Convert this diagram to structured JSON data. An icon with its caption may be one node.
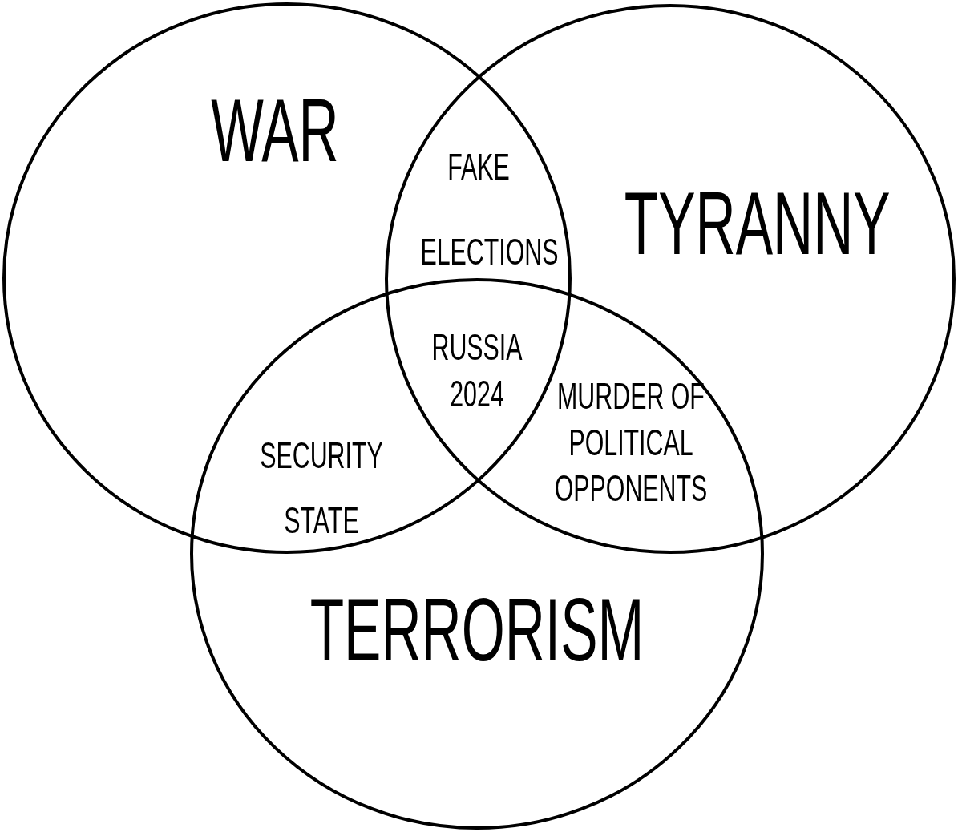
{
  "diagram": {
    "nodes": [
      {
        "text": [
          "WAR"
        ]
      },
      {
        "text": [
          "TYRANNY"
        ]
      },
      {
        "text": [
          "TERRORISM"
        ]
      }
    ],
    "edges": [],
    "labels": [
      "FAKE ELECTIONS",
      "RUSSIA 2024",
      "MURDER OF POLITICAL OPPONENTS",
      "SECURITY STATE"
    ]
  }
}
